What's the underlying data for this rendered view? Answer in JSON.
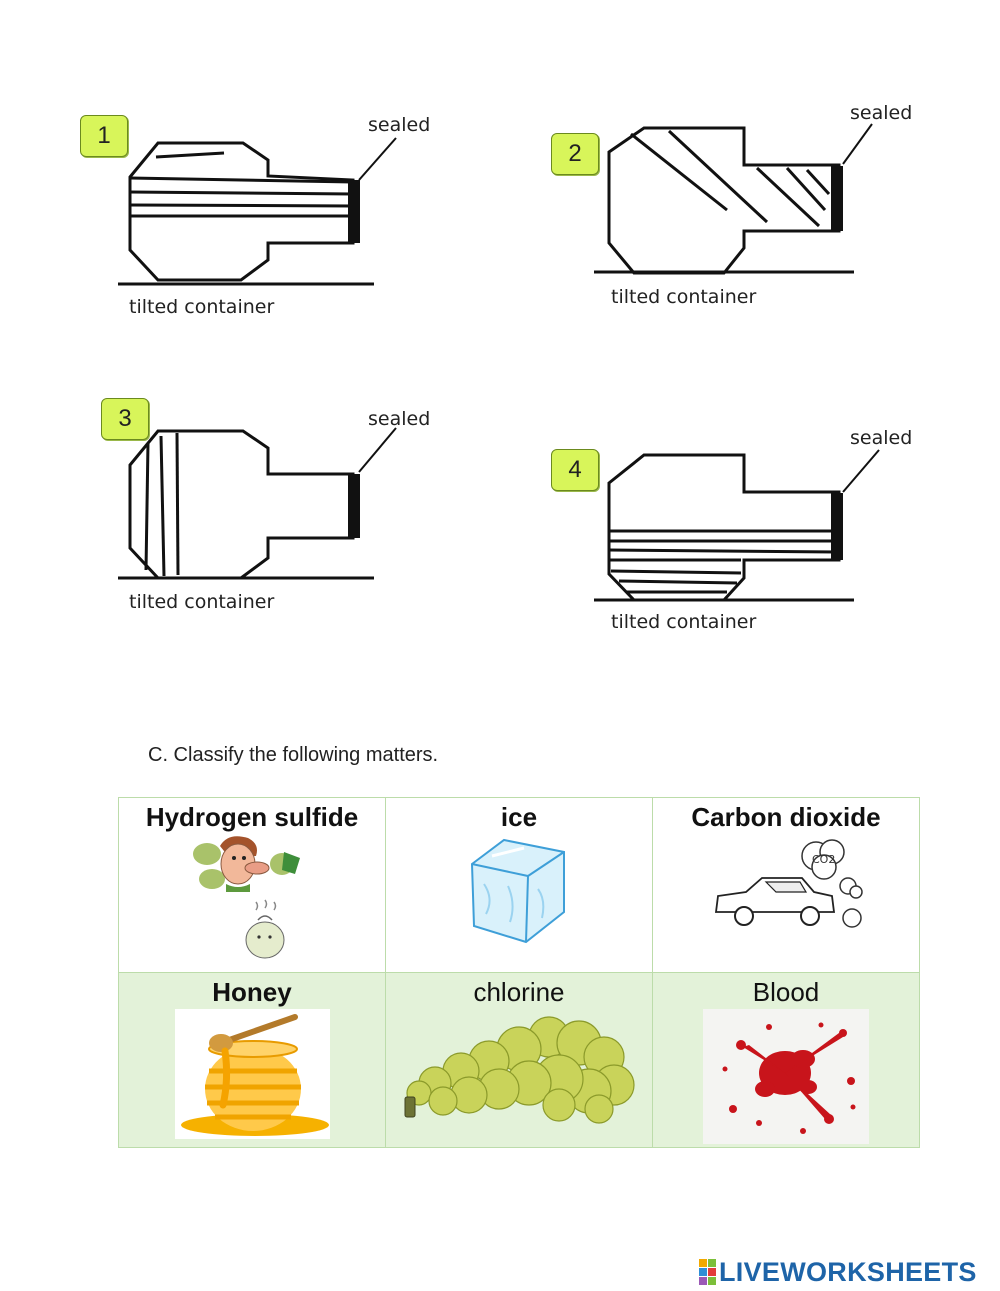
{
  "diagrams": [
    {
      "number": "1",
      "sealed_label": "sealed",
      "container_label": "tilted container"
    },
    {
      "number": "2",
      "sealed_label": "sealed",
      "container_label": "tilted container"
    },
    {
      "number": "3",
      "sealed_label": "sealed",
      "container_label": "tilted container"
    },
    {
      "number": "4",
      "sealed_label": "sealed",
      "container_label": "tilted container"
    }
  ],
  "section_c": {
    "instruction": "C. Classify the following matters."
  },
  "matters": [
    {
      "label": "Hydrogen sulfide",
      "icon": "smelly-person-icon"
    },
    {
      "label": "ice",
      "icon": "ice-cube-icon"
    },
    {
      "label": "Carbon dioxide",
      "icon": "car-exhaust-co2-icon"
    },
    {
      "label": "Honey",
      "icon": "honey-pot-icon"
    },
    {
      "label": "chlorine",
      "icon": "chlorine-gas-cloud-icon"
    },
    {
      "label": "Blood",
      "icon": "blood-splatter-icon"
    }
  ],
  "footer": {
    "logo_text": "LIVEWORKSHEETS",
    "logo_colors": [
      "#f2a900",
      "#7cbf3a",
      "#2f8fd6",
      "#e23b3b",
      "#9b59b6",
      "#1e64a8"
    ]
  }
}
